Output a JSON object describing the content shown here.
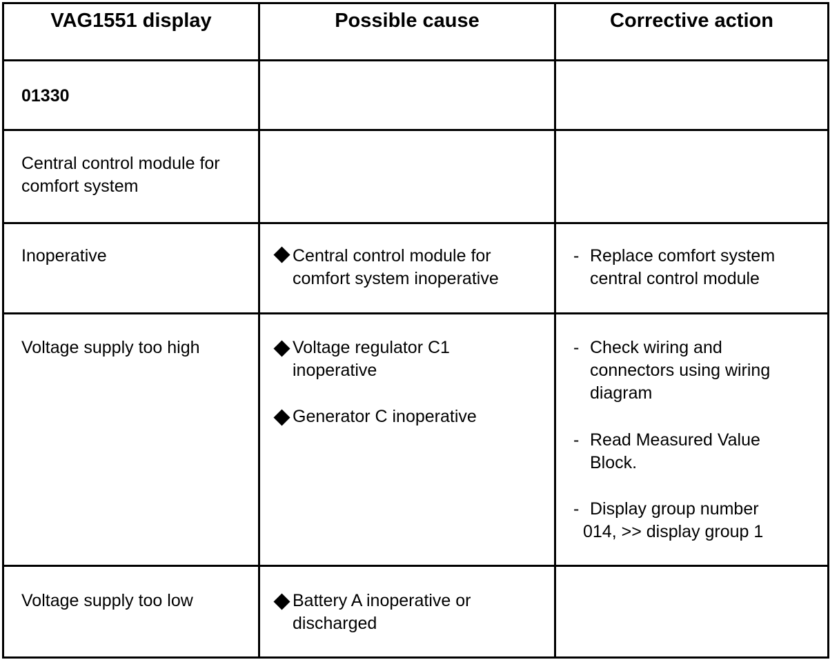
{
  "headers": {
    "col1": "VAG1551 display",
    "col2": "Possible cause",
    "col3": "Corrective action"
  },
  "rows": {
    "code": {
      "display": "01330"
    },
    "component": {
      "display_line1": "Central control module for",
      "display_line2": "comfort system"
    },
    "inoperative": {
      "display": "Inoperative",
      "causes": [
        {
          "line1": "Central control module for",
          "line2": "comfort system inoperative"
        }
      ],
      "actions": [
        {
          "dash": "-",
          "line1": "Replace comfort system",
          "line2": "central control module"
        }
      ]
    },
    "too_high": {
      "display": "Voltage supply too high",
      "causes": [
        {
          "line1": "Voltage regulator C1",
          "line2": "inoperative"
        },
        {
          "line1": "Generator C inoperative"
        }
      ],
      "actions": [
        {
          "dash": "-",
          "line1": "Check wiring and",
          "line2": "connectors using wiring",
          "line3": "diagram"
        },
        {
          "dash": "-",
          "line1": "Read Measured Value",
          "line2": "Block."
        },
        {
          "dash": "-",
          "line1": "Display group number",
          "line2": "014, >> display group 1"
        }
      ]
    },
    "too_low": {
      "display": "Voltage supply too low",
      "causes": [
        {
          "line1": "Battery A inoperative or",
          "line2": "discharged"
        }
      ]
    }
  }
}
